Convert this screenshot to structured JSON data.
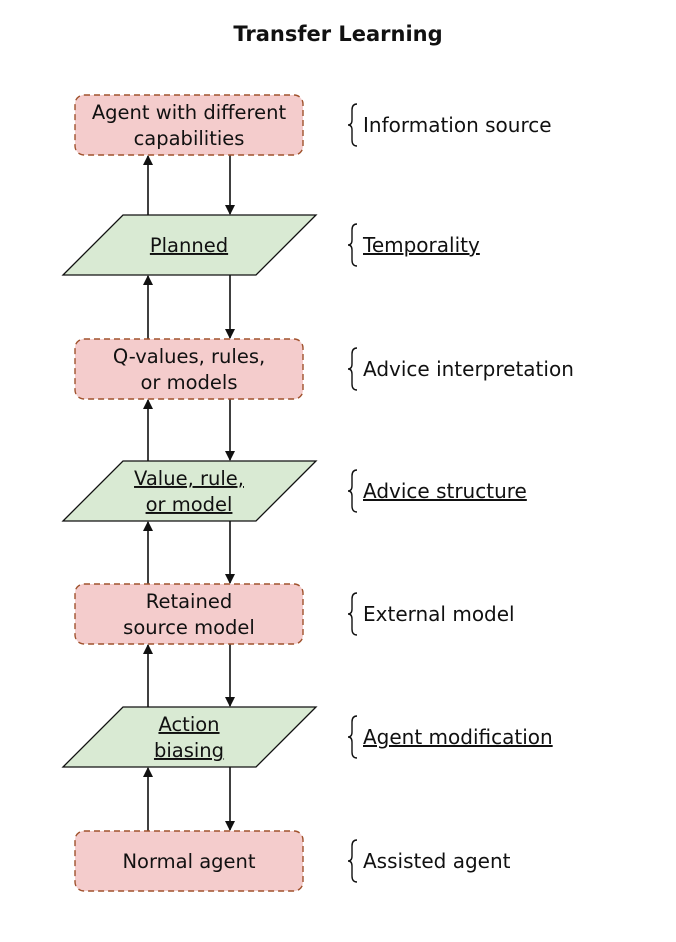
{
  "title": "Transfer Learning",
  "nodes": [
    {
      "id": "n1",
      "shape": "rounded-dashed",
      "lines": [
        "Agent with different",
        "capabilities"
      ],
      "underline": false
    },
    {
      "id": "n2",
      "shape": "parallelogram",
      "lines": [
        "Planned"
      ],
      "underline": true
    },
    {
      "id": "n3",
      "shape": "rounded-dashed",
      "lines": [
        "Q-values, rules,",
        "or models"
      ],
      "underline": false
    },
    {
      "id": "n4",
      "shape": "parallelogram",
      "lines": [
        "Value, rule,",
        "or model"
      ],
      "underline": true
    },
    {
      "id": "n5",
      "shape": "rounded-dashed",
      "lines": [
        "Retained",
        "source model"
      ],
      "underline": false
    },
    {
      "id": "n6",
      "shape": "parallelogram",
      "lines": [
        "Action",
        "biasing"
      ],
      "underline": true
    },
    {
      "id": "n7",
      "shape": "rounded-dashed",
      "lines": [
        "Normal agent"
      ],
      "underline": false
    }
  ],
  "labels": [
    {
      "text": "Information source",
      "underline": false
    },
    {
      "text": "Temporality",
      "underline": true
    },
    {
      "text": "Advice interpretation",
      "underline": false
    },
    {
      "text": "Advice structure",
      "underline": true
    },
    {
      "text": "External model",
      "underline": false
    },
    {
      "text": "Agent modification",
      "underline": true
    },
    {
      "text": "Assisted agent",
      "underline": false
    }
  ],
  "colors": {
    "rect_fill": "#f4cccc",
    "rect_stroke": "#a0522d",
    "para_fill": "#d9ead3",
    "para_stroke": "#111111",
    "arrow": "#111111"
  }
}
